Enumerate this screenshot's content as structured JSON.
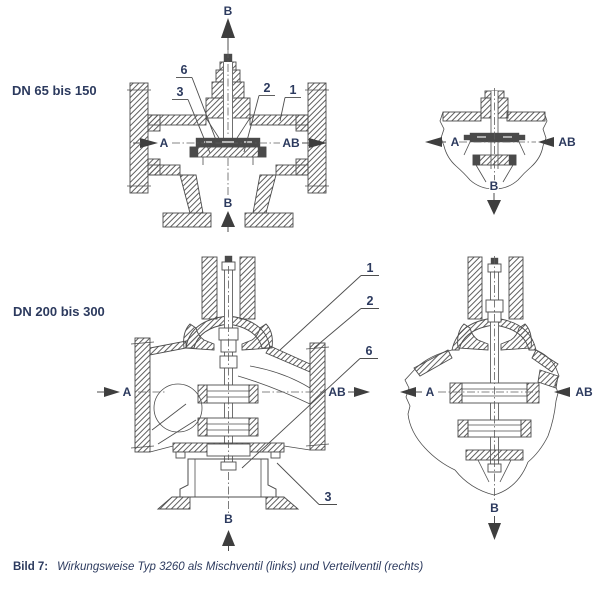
{
  "figure": {
    "caption_label": "Bild 7:",
    "caption_text": "Wirkungsweise Typ 3260 als Mischventil (links) und Verteilventil (rechts)"
  },
  "size_labels": {
    "top": "DN 65 bis 150",
    "bottom": "DN 200 bis 300"
  },
  "ports": {
    "a": "A",
    "ab": "AB",
    "b": "B"
  },
  "callouts": {
    "c1": "1",
    "c2": "2",
    "c3": "3",
    "c6": "6"
  },
  "colors": {
    "text": "#2c3a5e",
    "drawing_line": "#4d4d4d",
    "arrow_fill": "#3e3e3e",
    "background": "#ffffff"
  }
}
